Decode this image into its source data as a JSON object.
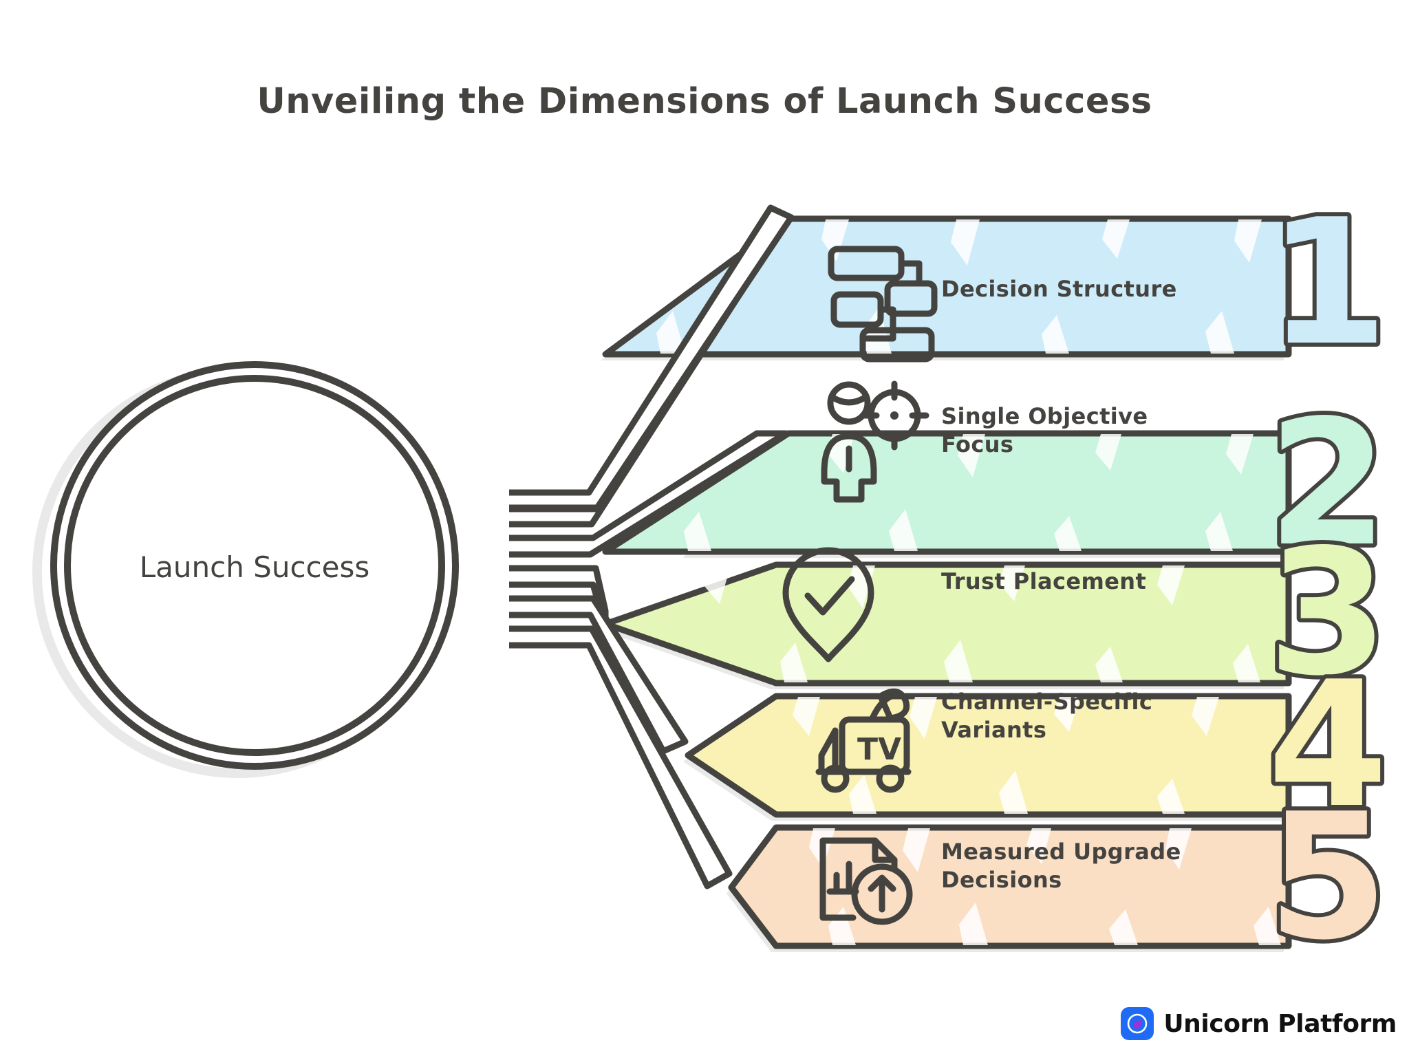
{
  "title": "Unveiling the Dimensions of Launch Success",
  "hub": {
    "label": "Launch Success",
    "shape": "circle-outline"
  },
  "colors": {
    "ink": "#44433f",
    "shadow": "#e9e9e9",
    "background": "#ffffff",
    "band1": "#cdebf8",
    "band2": "#c9f4dd",
    "band3": "#e4f7b9",
    "band4": "#faf2b5",
    "band5": "#fadfc5",
    "logo_tile": "#1f6bf5",
    "logo_drop": "#a12fd6"
  },
  "bands": [
    {
      "number": "1",
      "label": "Decision Structure",
      "color": "#cdebf8",
      "icon": "flowchart-icon"
    },
    {
      "number": "2",
      "label": "Single Objective\nFocus",
      "color": "#c9f4dd",
      "icon": "person-target-icon"
    },
    {
      "number": "3",
      "label": "Trust Placement",
      "color": "#e4f7b9",
      "icon": "pin-check-icon"
    },
    {
      "number": "4",
      "label": "Channel-Specific\nVariants",
      "color": "#faf2b5",
      "icon": "broadcast-van-icon"
    },
    {
      "number": "5",
      "label": "Measured Upgrade\nDecisions",
      "color": "#fadfc5",
      "icon": "report-uparrow-icon"
    }
  ],
  "footer": {
    "brand": "Unicorn Platform",
    "mark": "unicorn-logo-icon"
  }
}
